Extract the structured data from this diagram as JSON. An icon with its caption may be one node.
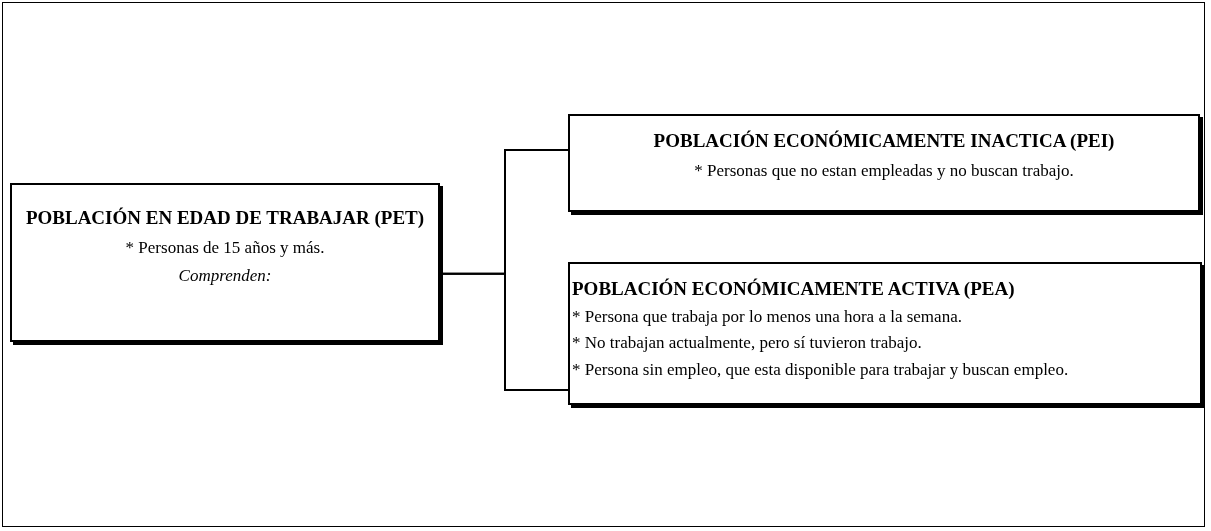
{
  "diagram": {
    "nodes": [
      {
        "text": [
          "POBLACIÓN EN EDAD DE TRABAJAR (PET)",
          "* Personas de 15 años y más.",
          "Comprenden:"
        ]
      },
      {
        "text": [
          "POBLACIÓN ECONÓMICAMENTE INACTICA (PEI)",
          "* Personas que no estan empleadas y no buscan trabajo."
        ]
      },
      {
        "text": [
          "POBLACIÓN ECONÓMICAMENTE ACTIVA (PEA)",
          "* Persona que trabaja por lo menos una hora a la semana.",
          "* No trabajan actualmente, pero sí tuvieron trabajo.",
          "* Persona sin empleo, que esta disponible para trabajar y buscan empleo."
        ]
      }
    ],
    "edges": [
      {
        "from": 0,
        "to": 1,
        "arrow": "none"
      },
      {
        "from": 0,
        "to": 2,
        "arrow": "none"
      }
    ]
  }
}
